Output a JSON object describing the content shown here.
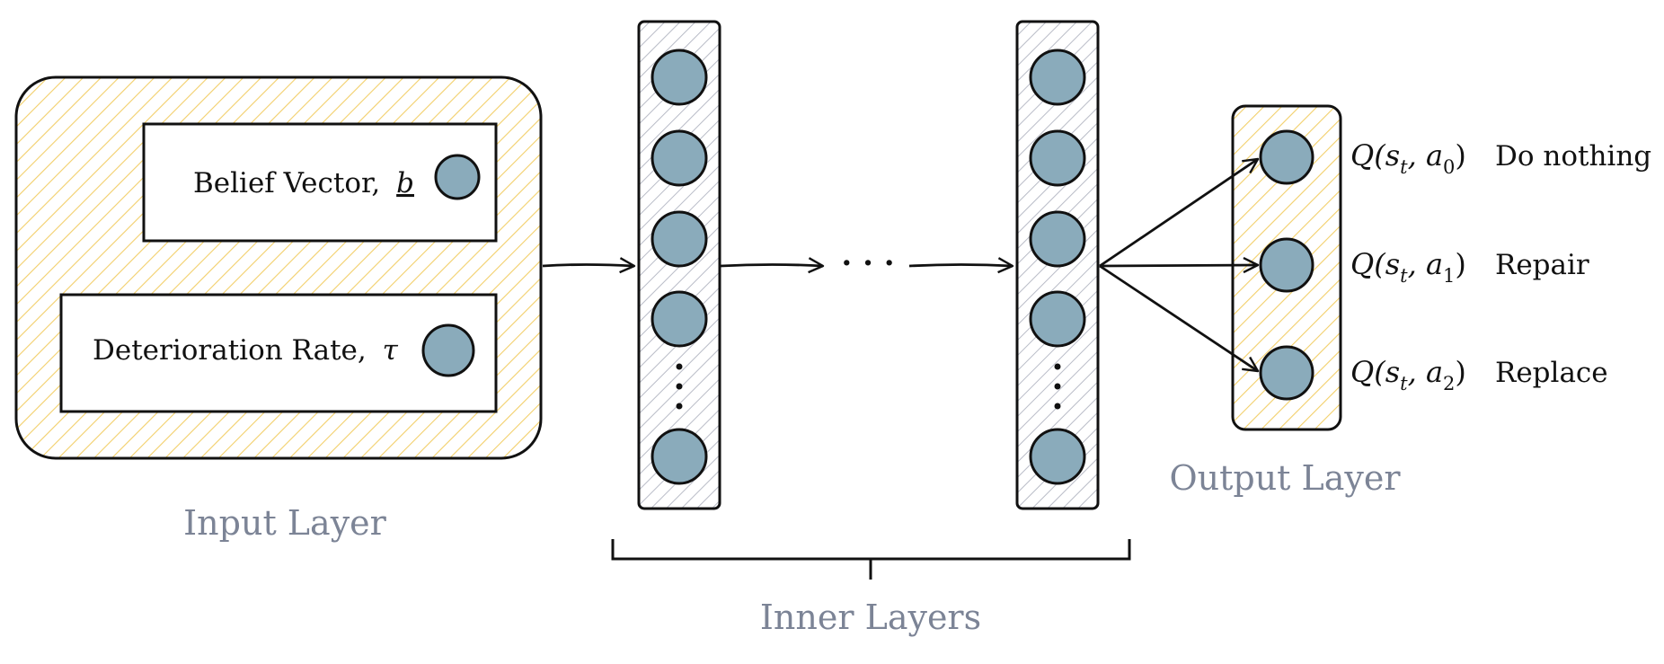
{
  "input_layer": {
    "title": "Input Layer",
    "belief_label": "Belief Vector,",
    "belief_symbol": "b",
    "deterioration_label": "Deterioration Rate,",
    "deterioration_symbol": "τ"
  },
  "inner_layers": {
    "title": "Inner Layers",
    "ellipsis": "· · ·"
  },
  "output_layer": {
    "title": "Output Layer",
    "outputs": [
      {
        "q_base": "Q(s",
        "sub_t": "t",
        "mid": ", a",
        "sub_a": "0",
        "close": ")",
        "action": "Do nothing"
      },
      {
        "q_base": "Q(s",
        "sub_t": "t",
        "mid": ", a",
        "sub_a": "1",
        "close": ")",
        "action": "Repair"
      },
      {
        "q_base": "Q(s",
        "sub_t": "t",
        "mid": ", a",
        "sub_a": "2",
        "close": ")",
        "action": "Replace"
      }
    ]
  },
  "colors": {
    "node_fill": "#8aabbb",
    "yellow_hatch": "#f2cf6a",
    "gray_hatch": "#b9bcc7",
    "label_gray": "#7c8496"
  }
}
